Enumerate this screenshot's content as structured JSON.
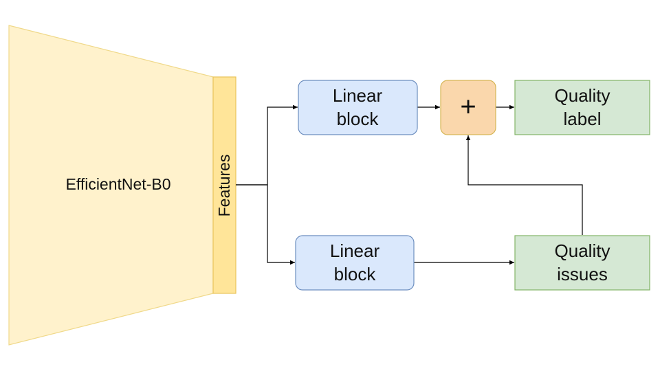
{
  "backbone": {
    "label": "EfficientNet-B0",
    "fill": "#fff2cc",
    "stroke": "#f0d98a"
  },
  "features": {
    "label": "Features",
    "fill": "#ffe599",
    "stroke": "#e8c45a"
  },
  "linear_block_top": {
    "line1": "Linear",
    "line2": "block",
    "fill": "#dae8fc",
    "stroke": "#6c8ebf"
  },
  "linear_block_bottom": {
    "line1": "Linear",
    "line2": "block",
    "fill": "#dae8fc",
    "stroke": "#6c8ebf"
  },
  "sum_node": {
    "symbol": "+",
    "fill": "#fad7ac",
    "stroke": "#d6b656"
  },
  "quality_label": {
    "line1": "Quality",
    "line2": "label",
    "fill": "#d5e8d4",
    "stroke": "#82b366"
  },
  "quality_issues": {
    "line1": "Quality",
    "line2": "issues",
    "fill": "#d5e8d4",
    "stroke": "#82b366"
  },
  "edge_color": "#000000"
}
